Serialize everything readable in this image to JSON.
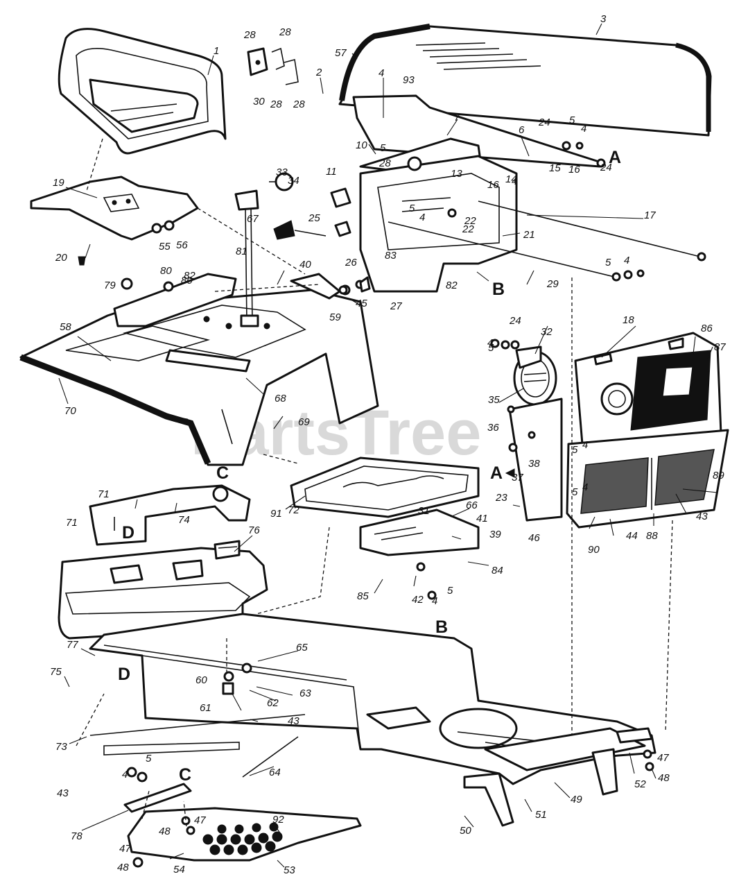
{
  "watermark": "PartsTree",
  "reference_marks": [
    "A",
    "B",
    "C",
    "D"
  ],
  "part_labels": [
    "1",
    "2",
    "3",
    "4",
    "5",
    "6",
    "7",
    "10",
    "11",
    "13",
    "14",
    "15",
    "16",
    "17",
    "18",
    "19",
    "20",
    "21",
    "22",
    "23",
    "24",
    "25",
    "26",
    "27",
    "28",
    "29",
    "30",
    "31",
    "32",
    "33",
    "34",
    "35",
    "36",
    "37",
    "38",
    "39",
    "40",
    "41",
    "42",
    "43",
    "44",
    "45",
    "46",
    "47",
    "48",
    "49",
    "50",
    "51",
    "52",
    "53",
    "54",
    "55",
    "56",
    "57",
    "58",
    "59",
    "60",
    "61",
    "62",
    "63",
    "64",
    "65",
    "66",
    "67",
    "68",
    "69",
    "70",
    "71",
    "72",
    "73",
    "74",
    "75",
    "76",
    "77",
    "78",
    "79",
    "80",
    "81",
    "82",
    "83",
    "84",
    "85",
    "86",
    "87",
    "88",
    "89",
    "90",
    "91",
    "92",
    "93"
  ]
}
